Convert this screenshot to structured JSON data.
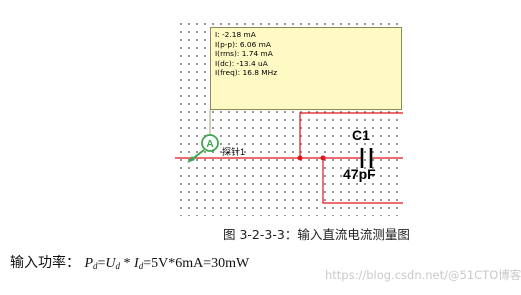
{
  "probe": {
    "readings": [
      "I: -2.18 mA",
      "I(p-p): 6.06 mA",
      "I(rms): 1.74 mA",
      "I(dc): -13.4 uA",
      "I(freq): 16.8 MHz"
    ],
    "marker_letter": "A",
    "name": "探针1"
  },
  "capacitor": {
    "ref": "C1",
    "value": "47pF"
  },
  "figure_caption": "图 3-2-3-3：输入直流电流测量图",
  "formula": {
    "prefix": "输入功率：",
    "P": "P",
    "P_sub": "d",
    "U": "U",
    "U_sub": "d",
    "I": "I",
    "I_sub": "d",
    "result": "=5V*6mA=30mW"
  },
  "watermark": "https://blog.csdn.net/@51CTO博客",
  "colors": {
    "wire": "#e0151c",
    "probe_green": "#3fa654",
    "tooltip_bg": "#fff9c4"
  }
}
